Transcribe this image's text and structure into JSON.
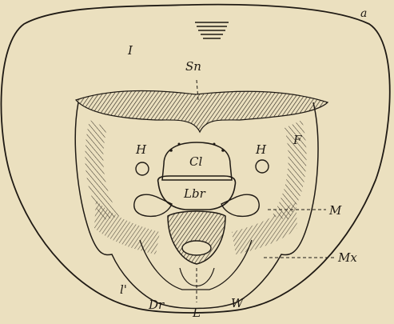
{
  "figure": {
    "corner_mark": "a",
    "labels": {
      "I": "I",
      "Sn": "Sn",
      "H_left": "H",
      "H_right": "H",
      "F": "F",
      "Cl": "Cl",
      "Lbr": "Lbr",
      "M": "M",
      "Mx": "Mx",
      "l": "l'",
      "Dr": "Dr",
      "L": "L",
      "W": "W"
    }
  },
  "colors": {
    "paper": "#ebe0bf",
    "ink": "#1f1a14"
  }
}
